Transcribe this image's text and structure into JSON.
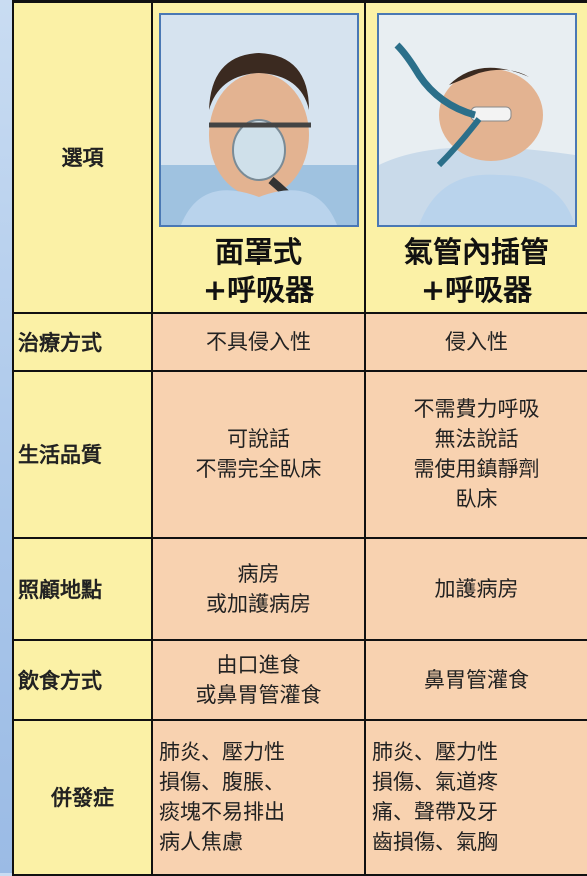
{
  "header": {
    "label": "選項",
    "option1": {
      "line1": "面罩式",
      "line2": "+呼吸器",
      "image_icon": "patient-face-mask-icon"
    },
    "option2": {
      "line1": "氣管內插管",
      "line2": "+呼吸器",
      "image_icon": "patient-intubated-icon"
    }
  },
  "rows": [
    {
      "label": "治療方式",
      "a": [
        "不具侵入性"
      ],
      "b": [
        "侵入性"
      ]
    },
    {
      "label": "生活品質",
      "a": [
        "可說話",
        "不需完全臥床"
      ],
      "b": [
        "不需費力呼吸",
        "無法說話",
        "需使用鎮靜劑",
        "臥床"
      ]
    },
    {
      "label": "照顧地點",
      "a": [
        "病房",
        "或加護病房"
      ],
      "b": [
        "加護病房"
      ]
    },
    {
      "label": "飲食方式",
      "a": [
        "由口進食",
        "或鼻胃管灌食"
      ],
      "b": [
        "鼻胃管灌食"
      ]
    },
    {
      "label": "併發症",
      "a": [
        "肺炎、壓力性",
        "損傷、腹脹、",
        "痰塊不易排出",
        "病人焦慮"
      ],
      "b": [
        "肺炎、壓力性",
        "損傷、氣道疼",
        "痛、聲帶及牙",
        "齒損傷、氣胸"
      ]
    }
  ],
  "colors": {
    "label_bg": "#fbf1a6",
    "cell_bg": "#f8d2b0",
    "border": "#111111",
    "frame_blue": "#4a78b4"
  }
}
